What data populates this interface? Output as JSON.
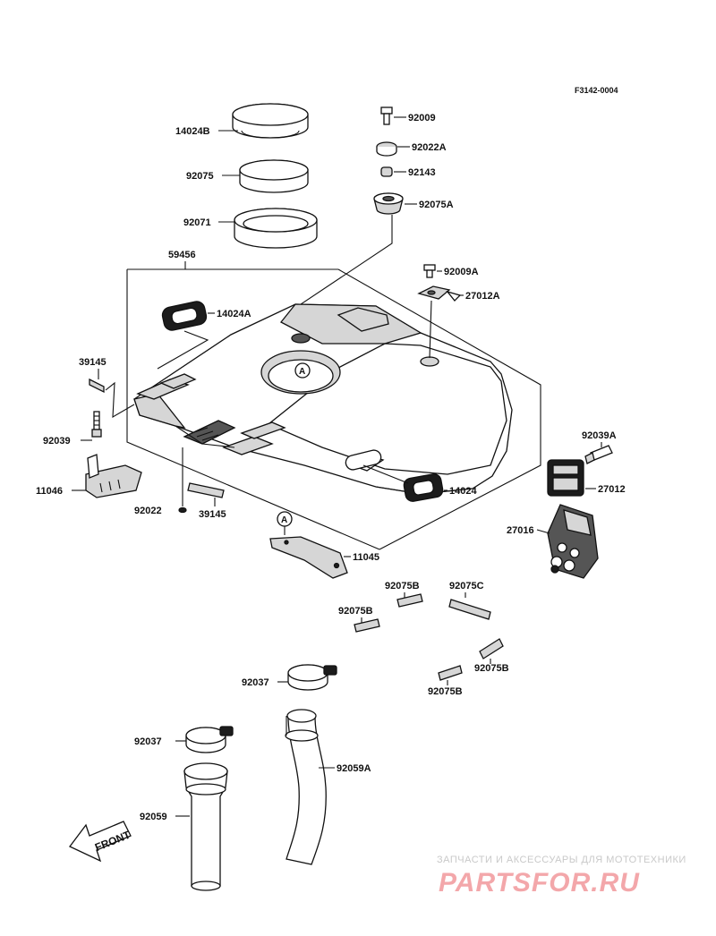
{
  "figure_code": "F3142-0004",
  "callouts": {
    "a": "A"
  },
  "front_arrow_label": "FRONT",
  "watermark": {
    "tagline": "ЗАПЧАСТИ И АКСЕССУАРЫ ДЛЯ МОТОТЕХНИКИ",
    "brand": "PARTSFOR.RU"
  },
  "labels": {
    "p14024B": "14024B",
    "p92075": "92075",
    "p92071": "92071",
    "p59456": "59456",
    "p14024A": "14024A",
    "p39145_a": "39145",
    "p92039": "92039",
    "p11046": "11046",
    "p92022": "92022",
    "p39145_b": "39145",
    "p92009": "92009",
    "p92022A": "92022A",
    "p92143": "92143",
    "p92075A": "92075A",
    "p92009A": "92009A",
    "p27012A": "27012A",
    "p92039A": "92039A",
    "p27012": "27012",
    "p27016": "27016",
    "p14024": "14024",
    "p11045": "11045",
    "p92075B_a": "92075B",
    "p92075C": "92075C",
    "p92075B_b": "92075B",
    "p92075B_c": "92075B",
    "p92075B_d": "92075B",
    "p92037_a": "92037",
    "p92037_b": "92037",
    "p92059A": "92059A",
    "p92059": "92059"
  }
}
